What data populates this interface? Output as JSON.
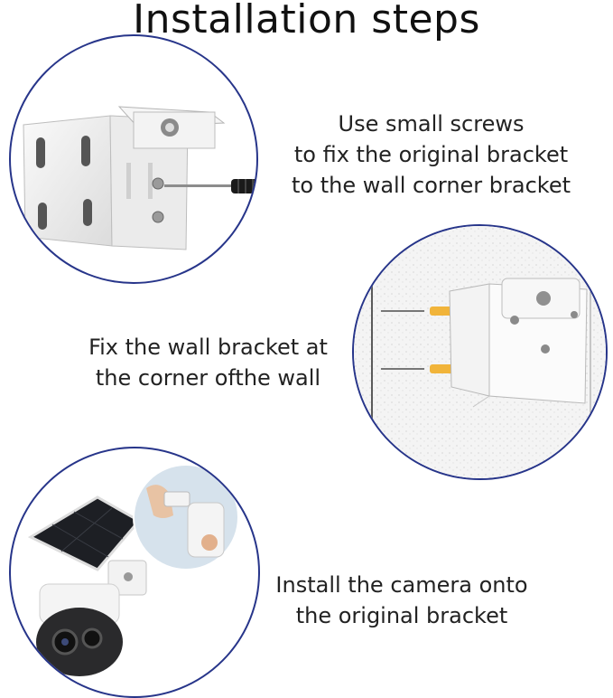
{
  "title": "Installation steps",
  "steps": [
    {
      "caption_lines": [
        "Use small screws",
        "to fix the original bracket",
        "to the wall corner bracket"
      ]
    },
    {
      "caption_lines": [
        "Fix the wall bracket at",
        "the corner ofthe wall"
      ]
    },
    {
      "caption_lines": [
        "Install the camera onto",
        "the original bracket"
      ]
    }
  ],
  "colors": {
    "circle_border": "#27358a",
    "bracket": "#f4f4f4",
    "screwdriver_handle": "#1a1a1a",
    "wall_anchor": "#f1b43a",
    "solar_panel": "#1d1f24",
    "camera_head": "#2a2a2c"
  },
  "icons": [
    "corner-bracket-icon",
    "screwdriver-icon",
    "wall-anchor-icon",
    "solar-panel-icon",
    "camera-icon",
    "hand-icon"
  ]
}
